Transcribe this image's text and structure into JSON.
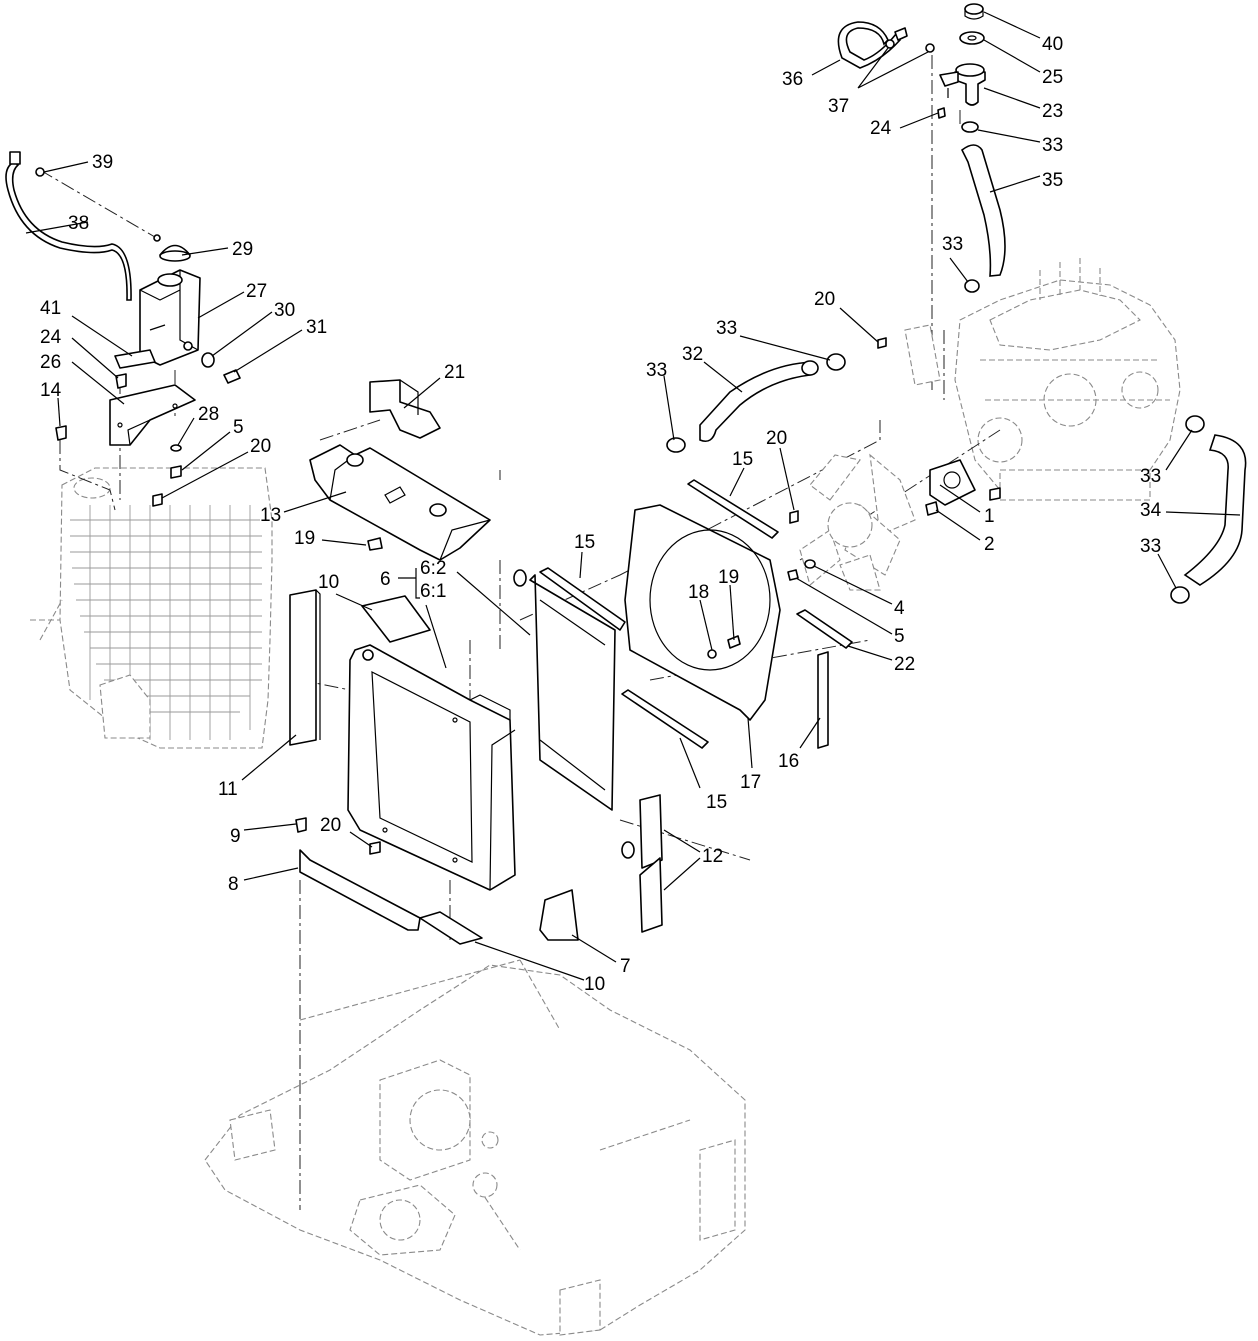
{
  "callouts": [
    {
      "id": "c40",
      "text": "40"
    },
    {
      "id": "c25",
      "text": "25"
    },
    {
      "id": "c23",
      "text": "23"
    },
    {
      "id": "c33a",
      "text": "33"
    },
    {
      "id": "c35",
      "text": "35"
    },
    {
      "id": "c36",
      "text": "36"
    },
    {
      "id": "c37",
      "text": "37"
    },
    {
      "id": "c24a",
      "text": "24"
    },
    {
      "id": "c39",
      "text": "39"
    },
    {
      "id": "c38",
      "text": "38"
    },
    {
      "id": "c29",
      "text": "29"
    },
    {
      "id": "c27",
      "text": "27"
    },
    {
      "id": "c30",
      "text": "30"
    },
    {
      "id": "c31",
      "text": "31"
    },
    {
      "id": "c41",
      "text": "41"
    },
    {
      "id": "c24b",
      "text": "24"
    },
    {
      "id": "c26",
      "text": "26"
    },
    {
      "id": "c14",
      "text": "14"
    },
    {
      "id": "c28",
      "text": "28"
    },
    {
      "id": "c5a",
      "text": "5"
    },
    {
      "id": "c20a",
      "text": "20"
    },
    {
      "id": "c21",
      "text": "21"
    },
    {
      "id": "c13",
      "text": "13"
    },
    {
      "id": "c19a",
      "text": "19"
    },
    {
      "id": "c6",
      "text": "6"
    },
    {
      "id": "c62",
      "text": "6:2"
    },
    {
      "id": "c61",
      "text": "6:1"
    },
    {
      "id": "c10a",
      "text": "10"
    },
    {
      "id": "c11",
      "text": "11"
    },
    {
      "id": "c9",
      "text": "9"
    },
    {
      "id": "c20b",
      "text": "20"
    },
    {
      "id": "c8",
      "text": "8"
    },
    {
      "id": "c10b",
      "text": "10"
    },
    {
      "id": "c7",
      "text": "7"
    },
    {
      "id": "c12",
      "text": "12"
    },
    {
      "id": "c15a",
      "text": "15"
    },
    {
      "id": "c15b",
      "text": "15"
    },
    {
      "id": "c15c",
      "text": "15"
    },
    {
      "id": "c20c",
      "text": "20"
    },
    {
      "id": "c18",
      "text": "18"
    },
    {
      "id": "c19b",
      "text": "19"
    },
    {
      "id": "c17",
      "text": "17"
    },
    {
      "id": "c16",
      "text": "16"
    },
    {
      "id": "c22",
      "text": "22"
    },
    {
      "id": "c4",
      "text": "4"
    },
    {
      "id": "c5b",
      "text": "5"
    },
    {
      "id": "c1",
      "text": "1"
    },
    {
      "id": "c2",
      "text": "2"
    },
    {
      "id": "c20d",
      "text": "20"
    },
    {
      "id": "c33b",
      "text": "33"
    },
    {
      "id": "c32",
      "text": "32"
    },
    {
      "id": "c33c",
      "text": "33"
    },
    {
      "id": "c33d",
      "text": "33"
    },
    {
      "id": "c33e",
      "text": "33"
    },
    {
      "id": "c34",
      "text": "34"
    },
    {
      "id": "c33f",
      "text": "33"
    }
  ]
}
